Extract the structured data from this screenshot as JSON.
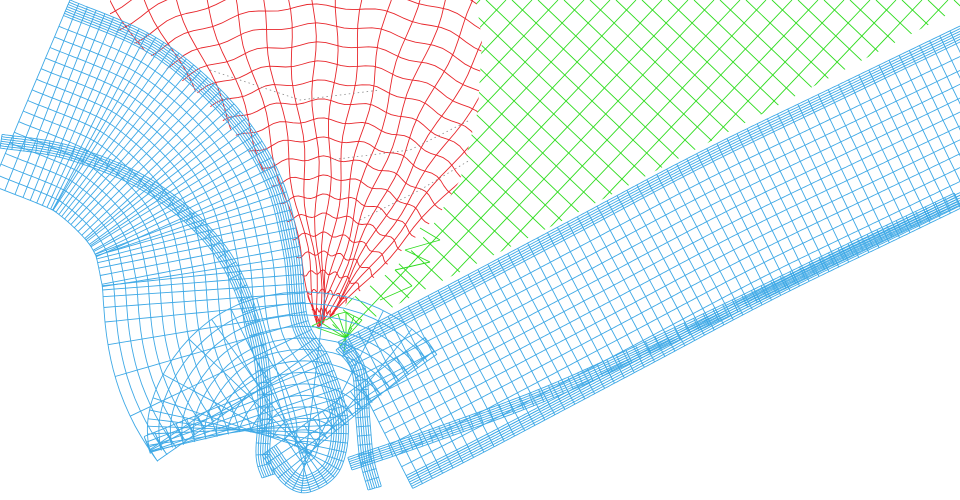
{
  "view": {
    "background": "#ffffff",
    "line_width": 0.9
  },
  "colors": {
    "boundary_layer_mesh": "#3fa9e6",
    "region_a_mesh": "#e8262b",
    "region_b_mesh": "#2fdc1f",
    "seam_lines": "#888888"
  },
  "regions": [
    {
      "id": "left-boundary-layer",
      "color_key": "boundary_layer_mesh",
      "cell": "quad"
    },
    {
      "id": "right-boundary-layer",
      "color_key": "boundary_layer_mesh",
      "cell": "quad"
    },
    {
      "id": "red-surface-patch",
      "color_key": "region_a_mesh",
      "cell": "quad"
    },
    {
      "id": "green-surface-patch",
      "color_key": "region_b_mesh",
      "cell": "quad"
    }
  ]
}
